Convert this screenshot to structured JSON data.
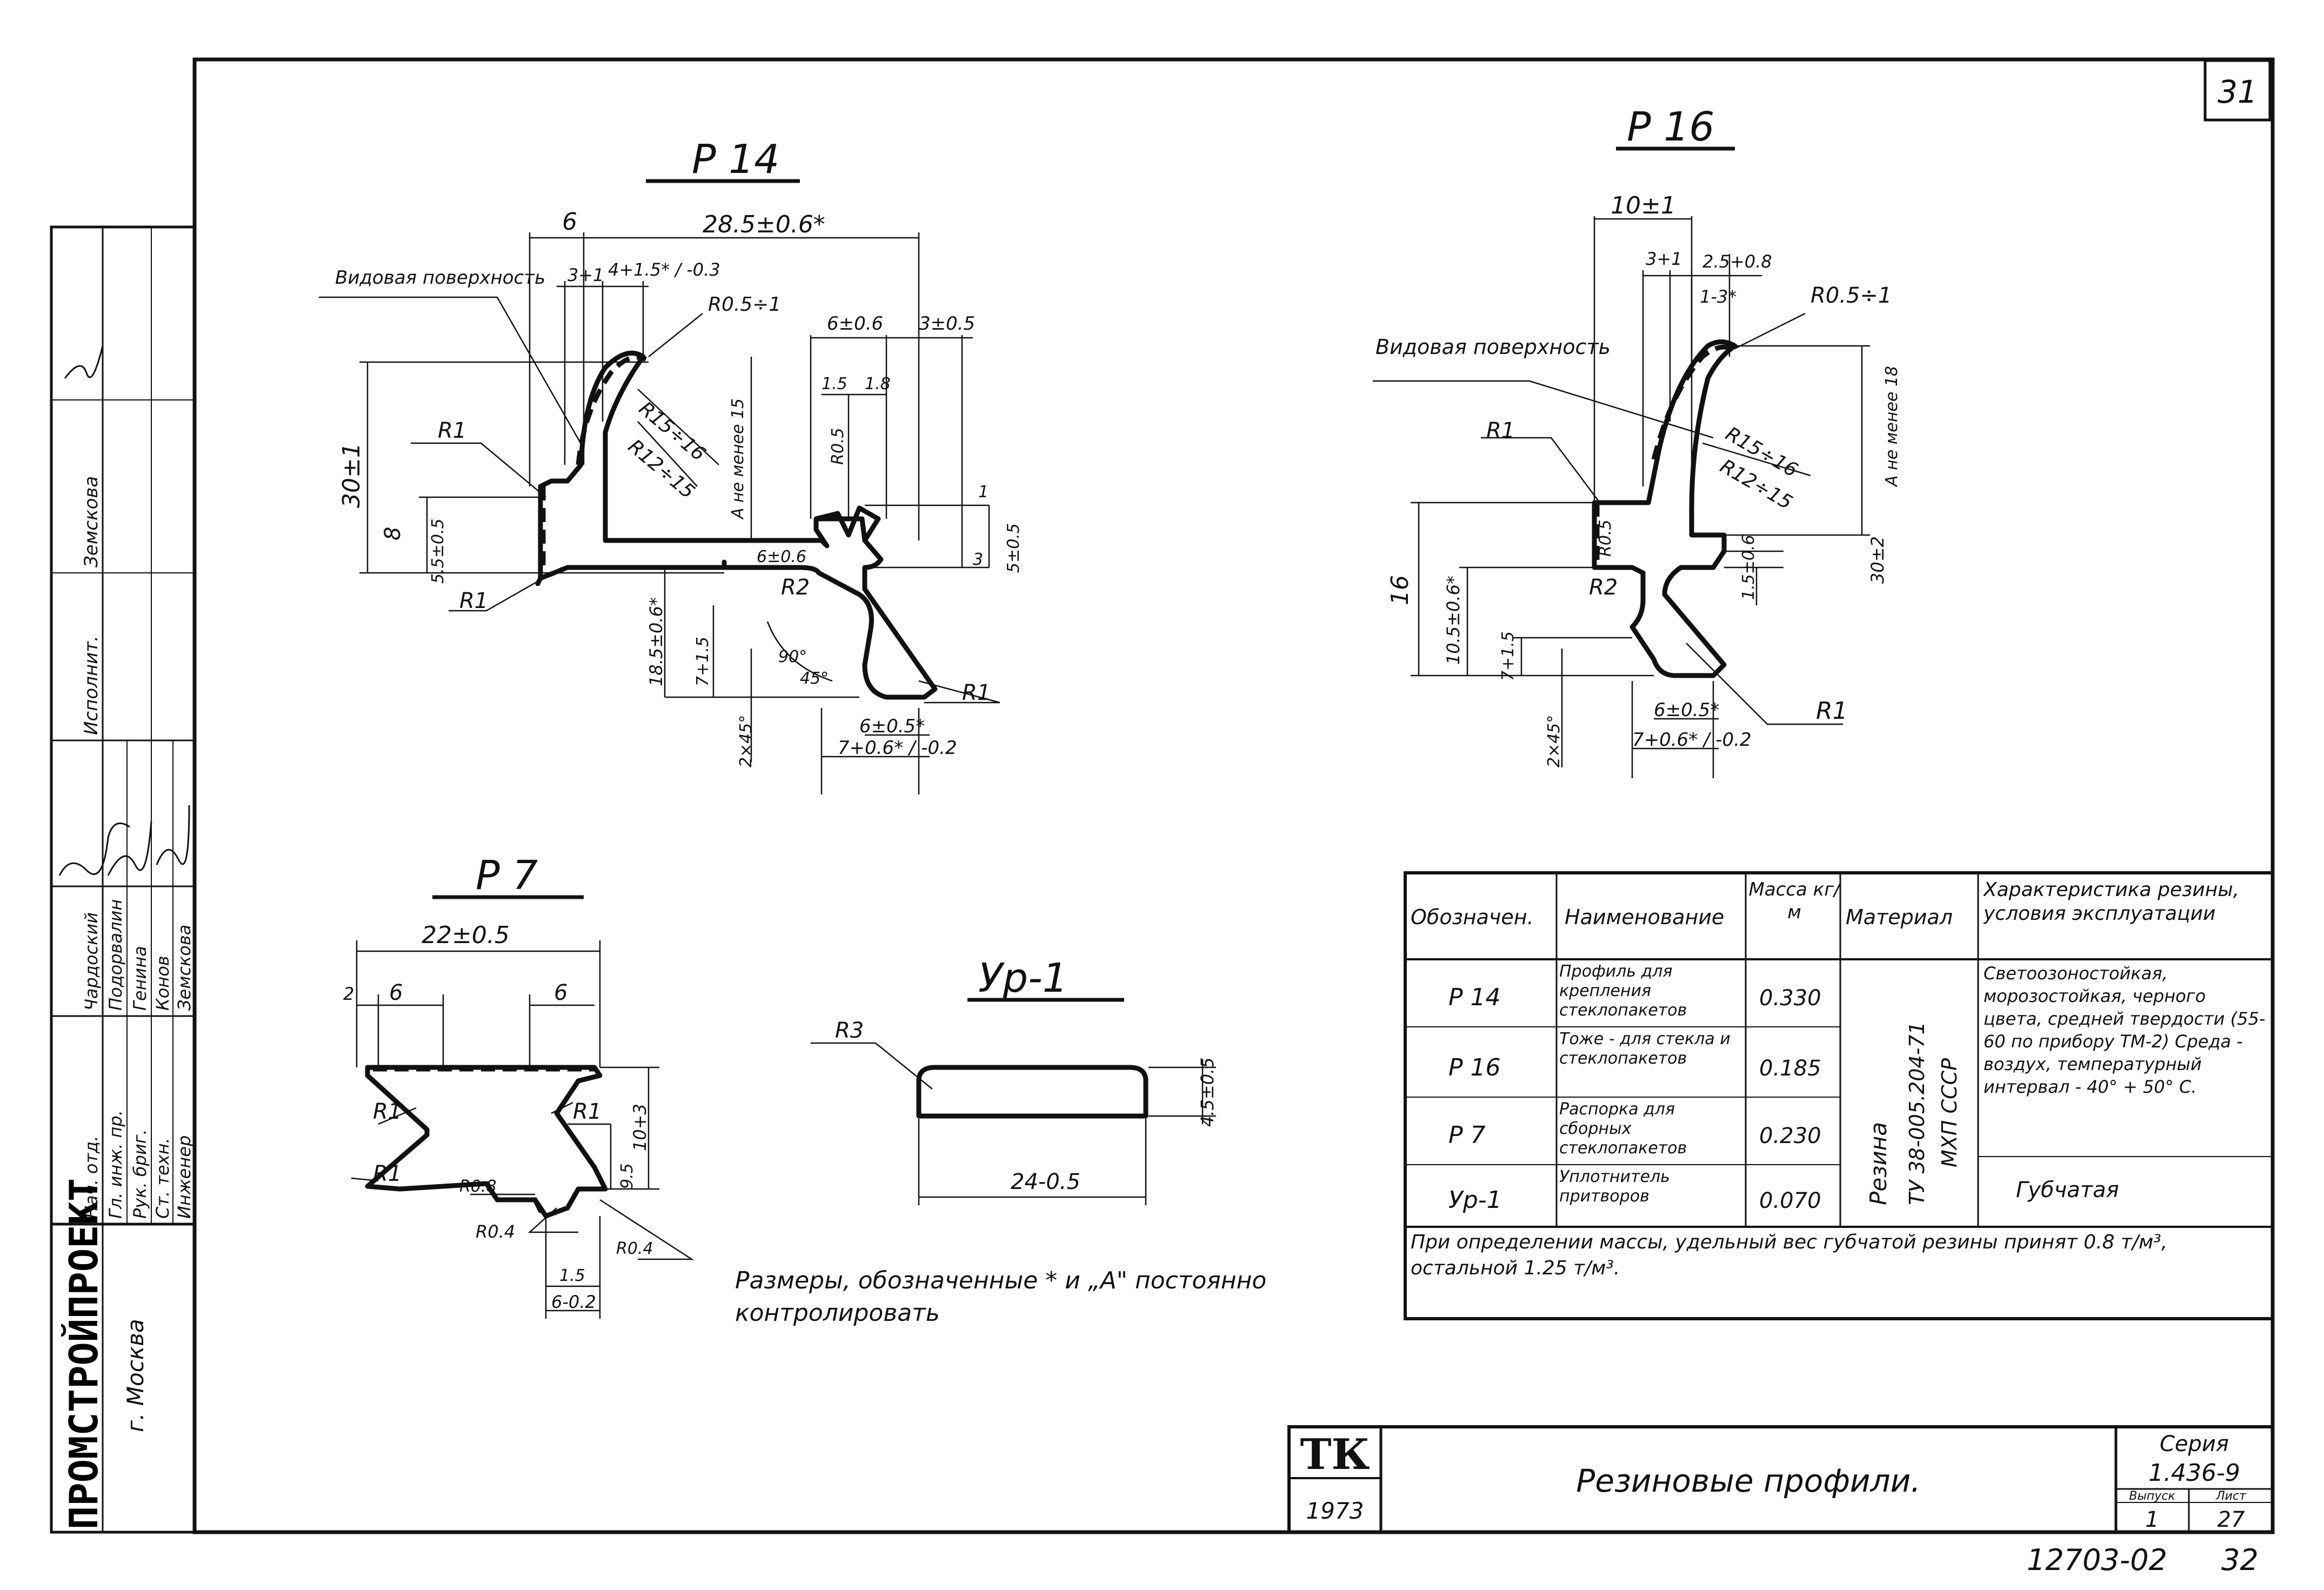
{
  "sheet": {
    "sheet_number": "31",
    "archive_number": "12703-02",
    "archive_page": "32"
  },
  "title_block": {
    "tk_mark": "ТК",
    "year": "1973",
    "title": "Резиновые профили.",
    "series_label": "Серия",
    "series_value": "1.436-9",
    "issue_label": "Выпуск",
    "issue_value": "1",
    "list_label": "Лист",
    "list_value": "27"
  },
  "org_stamp": {
    "org_name": "ПРОМСТРОЙПРОЕКТ",
    "city": "г. Москва",
    "rows": [
      {
        "role": "Нач. отд.",
        "name": "Чардоский",
        "extra": ""
      },
      {
        "role": "Гл. инж. пр.",
        "name": "Подорвалин",
        "extra": ""
      },
      {
        "role": "Рук. бриг.",
        "name": "Генина",
        "extra": ""
      },
      {
        "role": "Ст. техн.",
        "name": "Конов",
        "extra": ""
      },
      {
        "role": "Инженер",
        "name": "Земскова",
        "extra": ""
      }
    ],
    "col_executor": "Исполнит.",
    "col_executor_name": "Земскова"
  },
  "profiles": {
    "p14": {
      "title": "Р 14",
      "dims": {
        "top_6": "6",
        "top_28": "28.5±0.6*",
        "d3": "3+1",
        "d4": "4+1.5* / -0.3",
        "r05": "R0.5÷1",
        "d6": "6±0.6",
        "d3b": "3±0.5",
        "d15": "1.5",
        "d18": "1.8",
        "r05b": "R0.5",
        "r15": "R15÷16",
        "r12": "R12÷15",
        "a_note": "А не менее 15",
        "h30": "30±1",
        "h8": "8",
        "h55": "5.5±0.5",
        "h5": "5±0.5",
        "d1": "1",
        "d3c": "3",
        "d6b": "6±0.6",
        "r2": "R2",
        "h185": "18.5±0.6*",
        "h7": "7+1.5",
        "a90": "90°",
        "a45": "45°",
        "c2x45": "2×45°",
        "b6": "6±0.5*",
        "b7": "7+0.6* / -0.2",
        "r1a": "R1",
        "r1b": "R1",
        "r1c": "R1"
      }
    },
    "p16": {
      "title": "Р 16",
      "dims": {
        "top10": "10±1",
        "d3": "3+1",
        "d25": "2.5+0.8",
        "d13": "1-3*",
        "r05": "R0.5÷1",
        "r15": "R15÷16",
        "r12": "R12÷15",
        "a_note": "А не менее 18",
        "h30": "30±2",
        "r1": "R1",
        "r05b": "R0.5",
        "h16": "16",
        "h105": "10.5±0.6*",
        "h7": "7+1.5",
        "c2x45": "2×45°",
        "r2": "R2",
        "h15": "1.5±0.6",
        "b6": "6±0.5*",
        "b7": "7+0.6* / -0.2",
        "r1b": "R1"
      }
    },
    "p7": {
      "title": "Р 7",
      "dims": {
        "w22": "22±0.5",
        "d2": "2",
        "d6a": "6",
        "d6b": "6",
        "r1a": "R1",
        "r1b": "R1",
        "r1c": "R1",
        "h10": "10+3",
        "h95": "9.5",
        "r08": "R0.8",
        "r04a": "R0.4",
        "r04b": "R0.4",
        "d15": "1.5",
        "d6": "6-0.2"
      }
    },
    "ur1": {
      "title": "Ур-1",
      "dims": {
        "r3": "R3",
        "h45": "4.5±0.5",
        "w24": "24-0.5"
      }
    }
  },
  "note_controlled": "Размеры, обозначенные * и „А\" постоянно контролировать",
  "spec_table": {
    "headers": [
      "Обозначен.",
      "Наименование",
      "Масса кг/м",
      "Материал",
      "Характеристика резины, условия эксплуатации"
    ],
    "rows": [
      {
        "code": "Р 14",
        "name": "Профиль для крепления стеклопакетов",
        "mass": "0.330"
      },
      {
        "code": "Р 16",
        "name": "Тоже - для стекла и стеклопакетов",
        "mass": "0.185"
      },
      {
        "code": "Р 7",
        "name": "Распорка для сборных стеклопакетов",
        "mass": "0.230"
      },
      {
        "code": "Ур-1",
        "name": "Уплотнитель притворов",
        "mass": "0.070"
      }
    ],
    "material_main": "Резина",
    "material_spec": "ТУ 38-005.204-71",
    "material_spec2": "МХП СССР",
    "characteristics": "Светоозоностойкая, морозостойкая, черного цвета, средней твердости (55-60 по прибору ТМ-2) Среда - воздух, температурный интервал - 40° + 50° С.",
    "char_sponge": "Губчатая",
    "footnote": "При определении массы, удельный вес губчатой резины принят 0.8 т/м³, остальной 1.25 т/м³."
  },
  "labels": {
    "visible_surface_p14": "Видовая поверхность",
    "visible_surface_p16": "Видовая поверхность"
  }
}
